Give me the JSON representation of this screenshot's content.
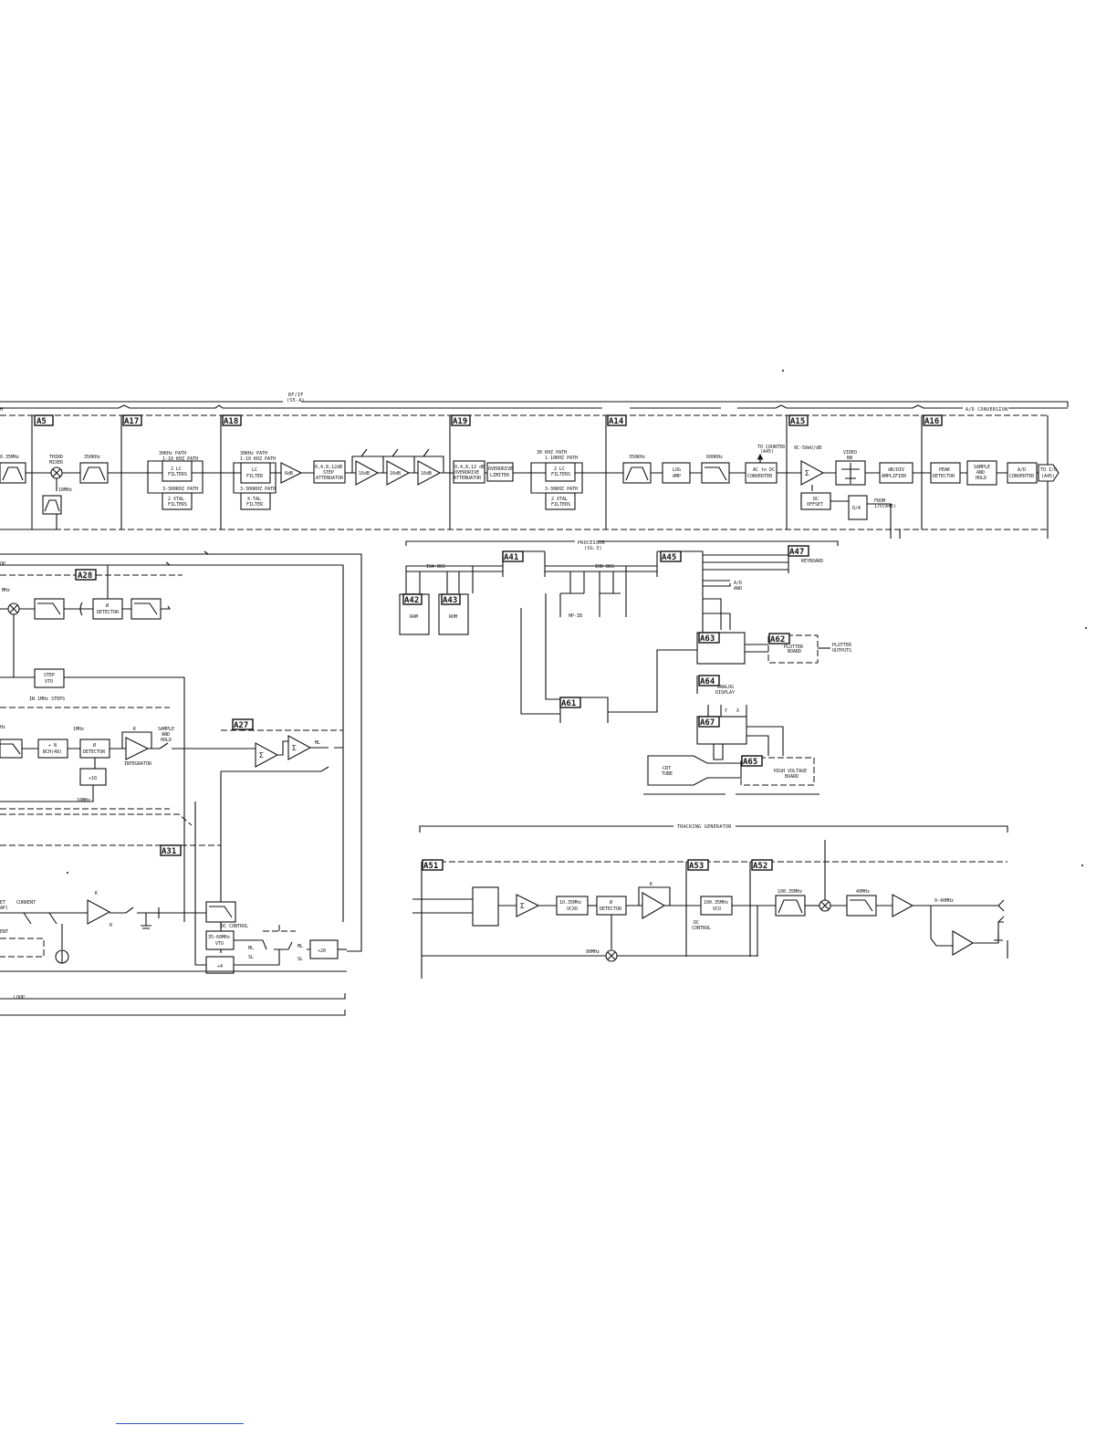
{
  "sections": {
    "rf_if_title": "RF/IF",
    "rf_if_sub": "(S5-A)",
    "ad_conversion": "A/D CONVERSION",
    "processor": "PROCESSOR",
    "processor_sub": "(SG-3)",
    "tracking_generator": "TRACKING GENERATOR",
    "loop": "LOOP"
  },
  "assemblies": {
    "a5": "A5",
    "a17": "A17",
    "a18": "A18",
    "a19": "A19",
    "a14": "A14",
    "a15": "A15",
    "a16": "A16",
    "a28": "A28",
    "a27": "A27",
    "a31": "A31",
    "a41": "A41",
    "a42": "A42",
    "a43": "A43",
    "a45": "A45",
    "a47": "A47",
    "a61": "A61",
    "a62": "A62",
    "a63": "A63",
    "a64": "A64",
    "a65": "A65",
    "a67": "A67",
    "a51": "A51",
    "a52": "A52",
    "a53": "A53"
  },
  "if_chain": {
    "f_10_35mhz": "0.35MHz",
    "third_mixer": [
      "THIRD",
      "MIXER"
    ],
    "f_10mhz": "10MHz",
    "f_350khz": "350KHz",
    "path_30khz": "30KHz PATH",
    "path_1_10khz": "1-10 KHZ PATH",
    "lc_filters_2": [
      "2 LC",
      "FILTERS"
    ],
    "path_3_300khz": "3-300KHZ PATH",
    "xtal_filters_2": [
      "2 XTAL",
      "FILTERS"
    ],
    "lc_filter": [
      "LC",
      "FILTER"
    ],
    "xtal_filter": [
      "X-TAL",
      "FILTER"
    ],
    "gain_6db": "6dB",
    "step_atten": [
      "0,4,8,12dB",
      "STEP",
      "ATTENUATOR"
    ],
    "gain_16db_a": "16dB",
    "gain_16db_b": "16dB",
    "gain_16db_c": "16dB",
    "overdrive_atten": [
      "0,4,8,12 dB",
      "OVERDRIVE",
      "ATTENUATOR"
    ],
    "overdrive_limiter": [
      "OVERDRIVE",
      "LIMITER"
    ],
    "path_30khz_b": "30 KHZ PATH",
    "path_1_10khz_b": "1-10KHZ PATH",
    "lc_filters_2b": [
      "2 LC",
      "FILTERS"
    ],
    "path_3_30khz": "3-30KHZ PATH",
    "xtal_filters_2b": [
      "2 XTAL",
      "FILTERS"
    ],
    "f_350khz_b": "350KHz",
    "log_amp": [
      "LOG",
      "AMP"
    ],
    "f_600khz": "600KHz",
    "to_counter": [
      "TO COUNTER",
      "(A45)"
    ],
    "ac_dc": [
      "AC to DC",
      "CONVERTER"
    ],
    "db_range": "0C-50mV/dB",
    "sigma": "Σ",
    "video_bw": [
      "VIDEO",
      "BW"
    ],
    "db_div_amp": [
      "dB/DIV",
      "AMPLIFIER"
    ],
    "dc_offset": [
      "DC",
      "OFFSET"
    ],
    "d_a": "D/A",
    "from_io": [
      "FROM",
      "I/O(A45)"
    ],
    "peak_detector": [
      "PEAK",
      "DETECTOR"
    ],
    "sample_hold": [
      "SAMPLE",
      "AND",
      "HOLD"
    ],
    "ad_converter": [
      "A/D",
      "CONVERTER"
    ],
    "to_io": [
      "TO I/O",
      "(A45)"
    ]
  },
  "processor": {
    "ioa_bus": "IOA BUS",
    "iod_bus": "IOD BUS",
    "ram": "RAM",
    "rom": "ROM",
    "hp_ib": "HP-IB",
    "keyboard": "KEYBOARD",
    "ad_and": [
      "A/D",
      "AND"
    ],
    "plotter_board": [
      "PLOTTER",
      "BOARD"
    ],
    "plotter_outputs": [
      "PLOTTER",
      "OUTPUTS"
    ],
    "analog_display": [
      "ANALOG",
      "DISPLAY"
    ],
    "y": "Y",
    "x": "X",
    "crt_tube": [
      "CRT",
      "TUBE"
    ],
    "high_voltage_board": [
      "HIGH VOLTAGE",
      "BOARD"
    ]
  },
  "loops": {
    "op": "OP",
    "f_mhz": "MHz",
    "phase_detector": [
      "Ø",
      "DETECTOR"
    ],
    "step_vto": [
      "STEP",
      "VTO"
    ],
    "in_1mhz_steps": "IN 1MHz STEPS",
    "hz": "Hz",
    "f_1mhz": "1MHz",
    "div_n": [
      "÷ N",
      "BCH(48)"
    ],
    "sample_hold": [
      "SAMPLE",
      "AND",
      "HOLD"
    ],
    "integrator": "INTEGRATOR",
    "k": "K",
    "div_10": "÷10",
    "f_10mhz": "10MHz",
    "sigma": "Σ",
    "ml": "ML",
    "offset_current": [
      "ET",
      "AP)"
    ],
    "current": "CURRENT",
    "ent": "ENT",
    "r": "R",
    "dc_control": "DC CONTROL",
    "vto_35_60": [
      "35-60MHz",
      "VTO"
    ],
    "sl": "SL",
    "div_4": "÷4",
    "div_20": "÷20"
  },
  "tracking": {
    "sigma": "Σ",
    "vcxo": [
      "10.35MHz",
      "VCXO"
    ],
    "phase_detector": [
      "Ø",
      "DETECTOR"
    ],
    "k": "K",
    "vco": [
      "100.35MHz",
      "VCO"
    ],
    "dc_control": [
      "DC",
      "CONTROL"
    ],
    "f_90mhz": "90MHz",
    "f_100_35mhz": "100.35MHz",
    "f_40mhz": "40MHz",
    "out_range": "0-40MHz"
  }
}
